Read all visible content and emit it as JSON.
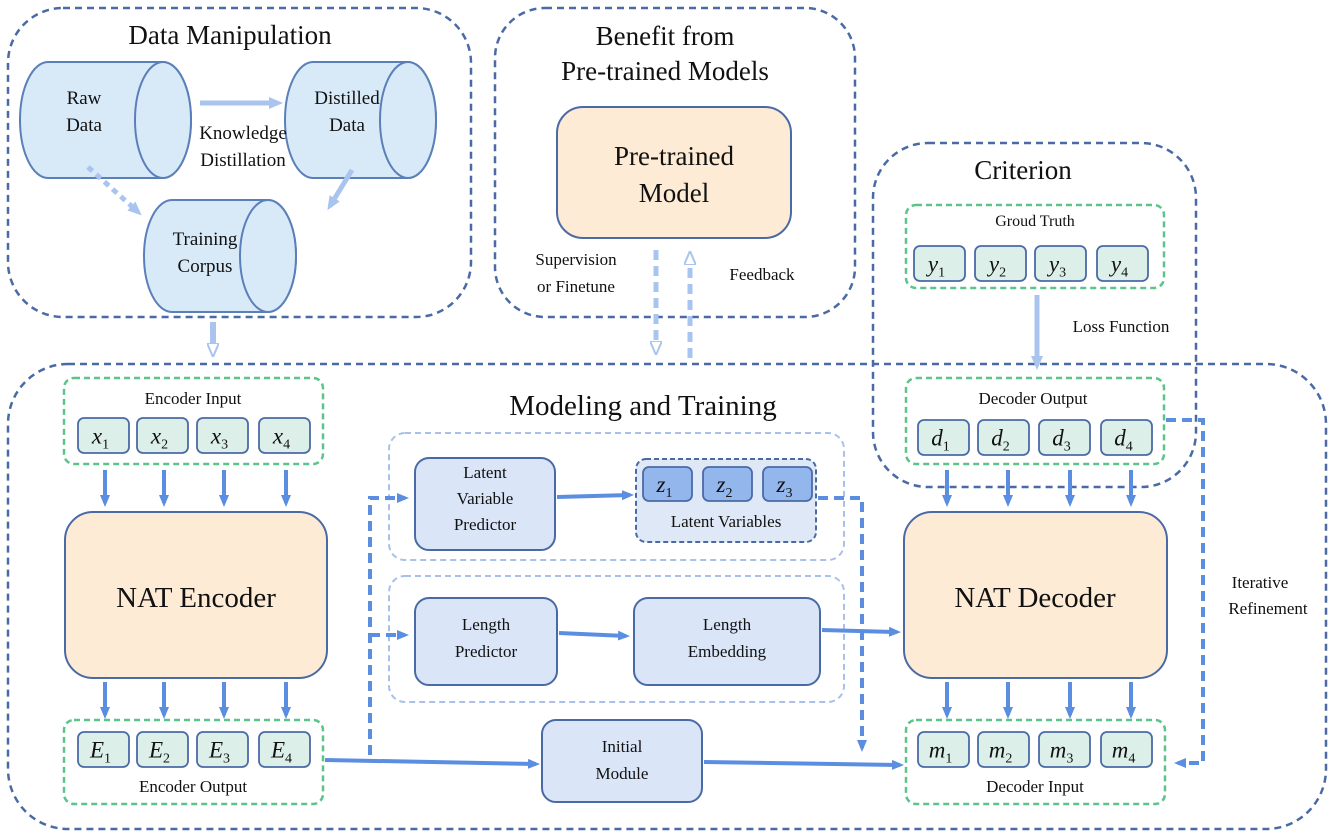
{
  "sections": {
    "data_manipulation": "Data Manipulation",
    "pretrained_l1": "Benefit from",
    "pretrained_l2": "Pre-trained Models",
    "criterion": "Criterion",
    "modeling": "Modeling and Training"
  },
  "data_manip": {
    "raw_l1": "Raw",
    "raw_l2": "Data",
    "distilled_l1": "Distilled",
    "distilled_l2": "Data",
    "kd_l1": "Knowledge",
    "kd_l2": "Distillation",
    "corpus_l1": "Training",
    "corpus_l2": "Corpus"
  },
  "pretrained": {
    "model_l1": "Pre-trained",
    "model_l2": "Model",
    "supervision_l1": "Supervision",
    "supervision_l2": "or Finetune",
    "feedback": "Feedback"
  },
  "criterion": {
    "ground_truth": "Groud Truth",
    "loss": "Loss Function",
    "decoder_output": "Decoder Output",
    "y": [
      "y",
      "y",
      "y",
      "y"
    ],
    "d": [
      "d",
      "d",
      "d",
      "d"
    ]
  },
  "encoder": {
    "input_label": "Encoder Input",
    "name": "NAT Encoder",
    "output_label": "Encoder Output",
    "x": [
      "x",
      "x",
      "x",
      "x"
    ],
    "e": [
      "E",
      "E",
      "E",
      "E"
    ]
  },
  "middle": {
    "lvp_l1": "Latent",
    "lvp_l2": "Variable",
    "lvp_l3": "Predictor",
    "latent_vars": "Latent Variables",
    "z": [
      "z",
      "z",
      "z"
    ],
    "lp_l1": "Length",
    "lp_l2": "Predictor",
    "le_l1": "Length",
    "le_l2": "Embedding",
    "init_l1": "Initial",
    "init_l2": "Module"
  },
  "decoder": {
    "name": "NAT Decoder",
    "input_label": "Decoder Input",
    "m": [
      "m",
      "m",
      "m",
      "m"
    ],
    "iter_l1": "Iterative",
    "iter_l2": "Refinement"
  },
  "subscripts": [
    "1",
    "2",
    "3",
    "4"
  ],
  "colors": {
    "dark_dash": "#4a6aa5",
    "green_dash": "#5cc48a",
    "light_dash": "#a9c1ea",
    "arrow": "#5b8ee0",
    "arrow_light": "#a9c4ee",
    "cyl_fill": "#d8eaf8",
    "token_fill": "#dcefe8",
    "module_fill": "#dae6f8",
    "z_fill": "#93b6ec",
    "big_fill": "#fdebd5"
  }
}
